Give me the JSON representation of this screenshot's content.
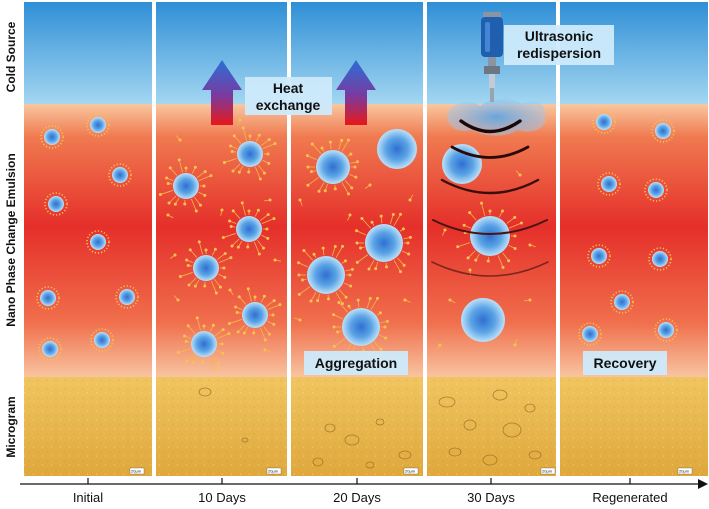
{
  "row_labels": {
    "cold_source": "Cold Source",
    "emulsion": "Nano Phase Change Emulsion",
    "microgram": "Microgram"
  },
  "stages": [
    {
      "label": "Initial"
    },
    {
      "label": "10 Days"
    },
    {
      "label": "20 Days"
    },
    {
      "label": "30 Days"
    },
    {
      "label": "Regenerated"
    }
  ],
  "callouts": {
    "heat_line1": "Heat",
    "heat_line2": "exchange",
    "ultrasonic_line1": "Ultrasonic",
    "ultrasonic_line2": "redispersion",
    "aggregation": "Aggregation",
    "recovery": "Recovery"
  },
  "scale_bar_label": "20μm",
  "colors": {
    "cold_top": "#2f8fd6",
    "cold_bottom": "#a6d8f2",
    "emulsion_edge": "#f6b48a",
    "emulsion_mid": "#e8322a",
    "micro": "#e8b54a",
    "droplet": "#3a86d9",
    "halo": "#f6c250",
    "arrow_top": "#2a6fd6",
    "arrow_bottom": "#e81818",
    "label_box": "#cdeafb",
    "wave": "#2a0a08"
  },
  "icons": {
    "heat_arrow": "up-arrow-icon",
    "ultrasonic_device": "ultrasonic-probe-icon",
    "axis_arrow": "right-arrow-icon"
  }
}
